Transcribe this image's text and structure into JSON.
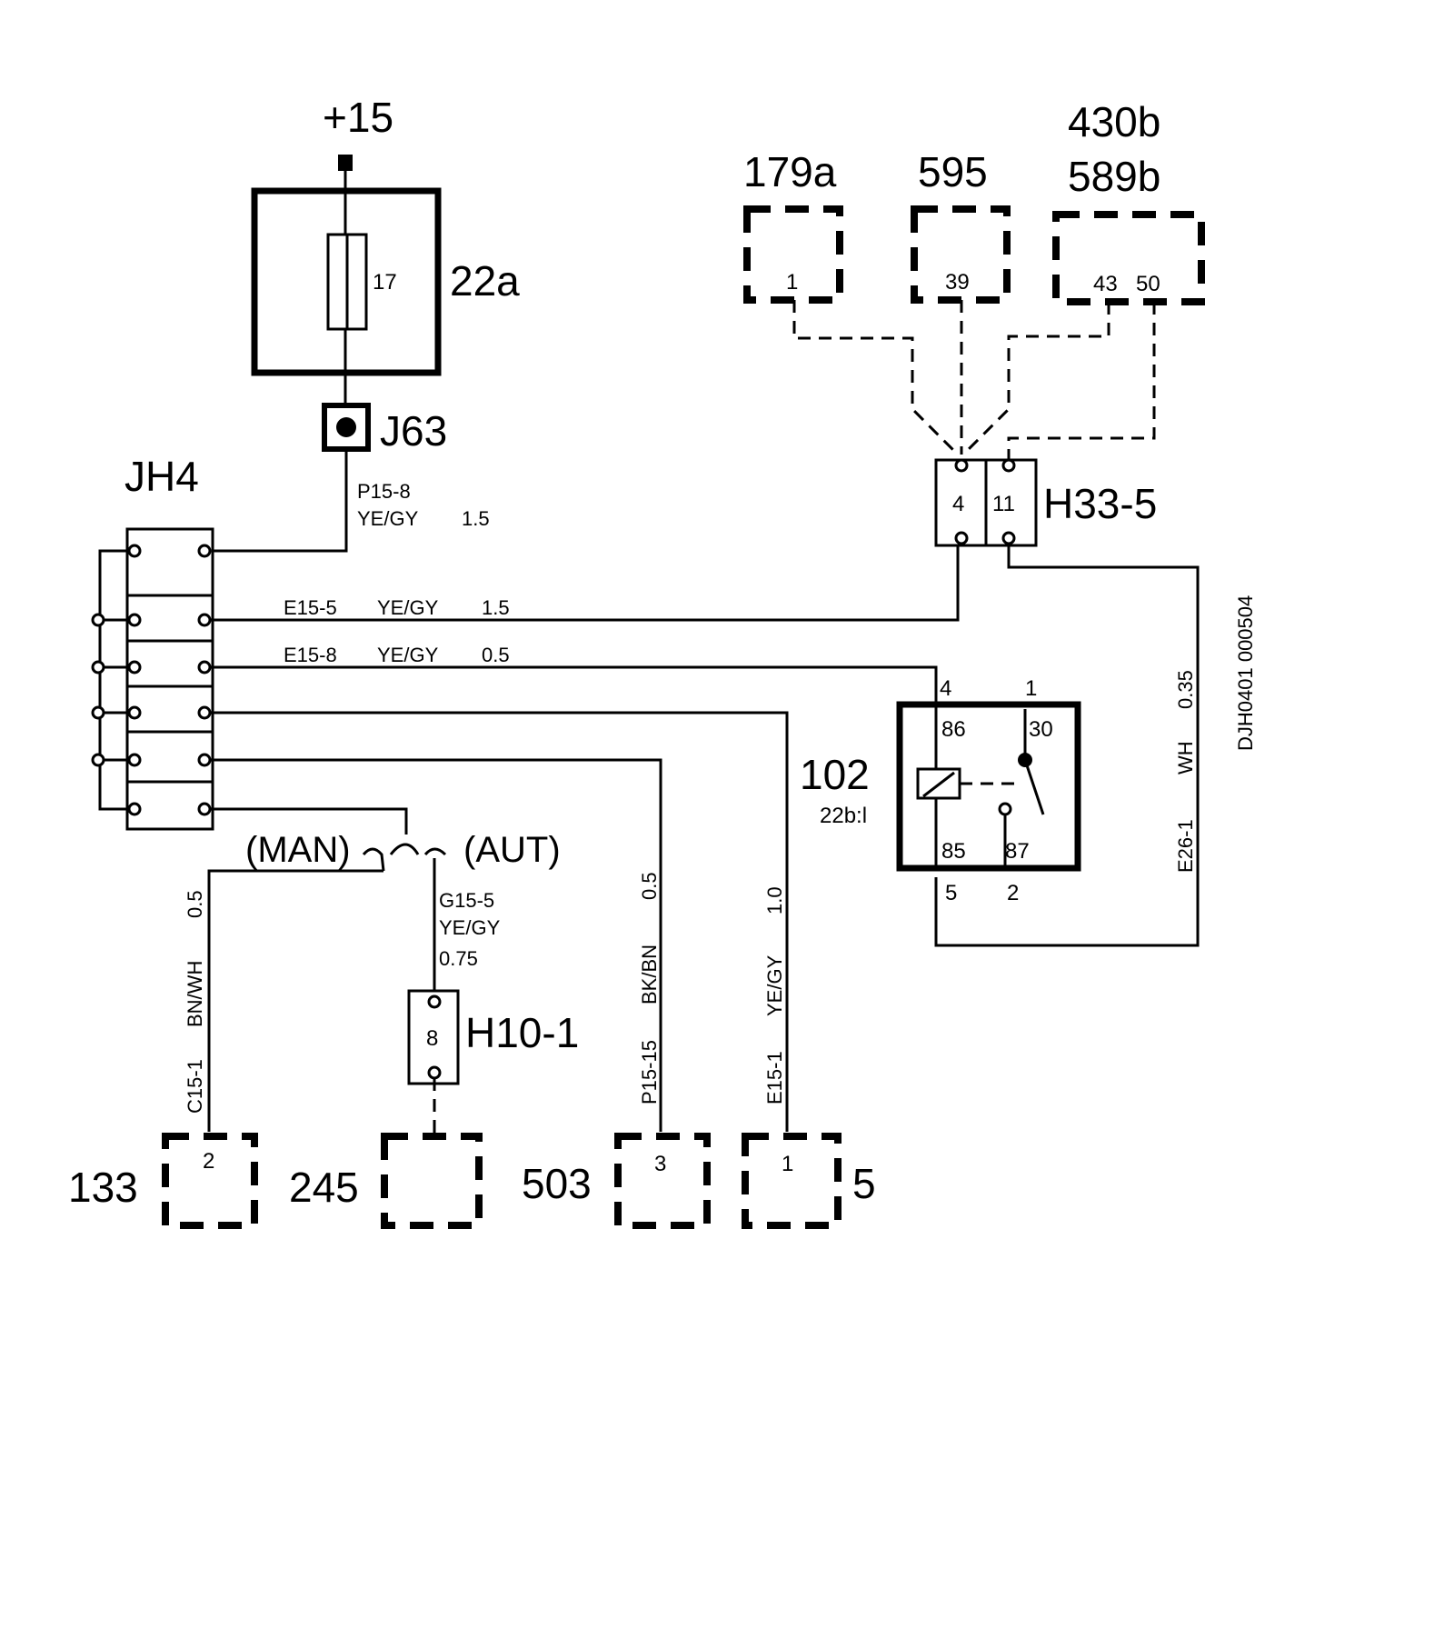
{
  "supply": {
    "label": "+15"
  },
  "fuse_box": {
    "label": "22a",
    "fuse_number": "17"
  },
  "connector_j63": {
    "label": "J63"
  },
  "junction_jh4": {
    "label": "JH4"
  },
  "wires": {
    "p15_8": {
      "id": "P15-8",
      "color": "YE/GY",
      "size": "1.5"
    },
    "e15_5": {
      "id": "E15-5",
      "color": "YE/GY",
      "size": "1.5"
    },
    "e15_8": {
      "id": "E15-8",
      "color": "YE/GY",
      "size": "0.5"
    },
    "g15_5": {
      "id": "G15-5",
      "color": "YE/GY",
      "size": "0.75"
    },
    "c15_1": {
      "id": "C15-1",
      "color": "BN/WH",
      "size": "0.5"
    },
    "p15_15": {
      "id": "P15-15",
      "color": "BK/BN",
      "size": "0.5"
    },
    "e15_1": {
      "id": "E15-1",
      "color": "YE/GY",
      "size": "1.0"
    },
    "e26_1": {
      "id": "E26-1",
      "color": "WH",
      "size": "0.35"
    }
  },
  "switch": {
    "man_label": "(MAN)",
    "aut_label": "(AUT)"
  },
  "connector_h10_1": {
    "label": "H10-1",
    "pin": "8"
  },
  "connector_h33_5": {
    "label": "H33-5",
    "pin_left": "4",
    "pin_right": "11"
  },
  "relay_102": {
    "label": "102",
    "location": "22b:l",
    "pins": {
      "p4": "4",
      "p1": "1",
      "p86": "86",
      "p30": "30",
      "p85": "85",
      "p87": "87",
      "p5": "5",
      "p2": "2"
    }
  },
  "top_components": [
    {
      "label": "179a",
      "pin": "1"
    },
    {
      "label": "595",
      "pin": "39"
    },
    {
      "label_line1": "430b",
      "label_line2": "589b",
      "pin_a": "43",
      "pin_b": "50"
    }
  ],
  "bottom_components": [
    {
      "label": "133",
      "pin": "2"
    },
    {
      "label": "245",
      "pin": ""
    },
    {
      "label": "503",
      "pin": "3"
    },
    {
      "label": "5",
      "pin": "1"
    }
  ],
  "drawing_id": "DJH0401 000504"
}
